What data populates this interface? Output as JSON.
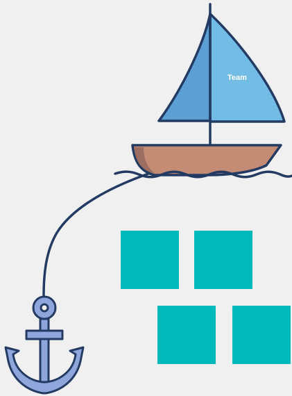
{
  "canvas": {
    "background": "#f0f0f0"
  },
  "sailboat": {
    "sail_label": "Team",
    "colors": {
      "outline": "#233a62",
      "sail_left": "#5b9fd4",
      "sail_right": "#73bce6",
      "hull": "#c48b75",
      "hull_shade": "#9c6e62",
      "water": "#233a62"
    }
  },
  "rope": {
    "color": "#233a62"
  },
  "anchor": {
    "fill": "#8ea6dc",
    "outline": "#233a62"
  },
  "sticky_notes": [
    {
      "id": "sticky-note-1",
      "text": "",
      "color": "#00b9ba"
    },
    {
      "id": "sticky-note-2",
      "text": "",
      "color": "#00b9ba"
    },
    {
      "id": "sticky-note-3",
      "text": "",
      "color": "#00b9ba"
    },
    {
      "id": "sticky-note-4",
      "text": "",
      "color": "#00b9ba"
    }
  ]
}
